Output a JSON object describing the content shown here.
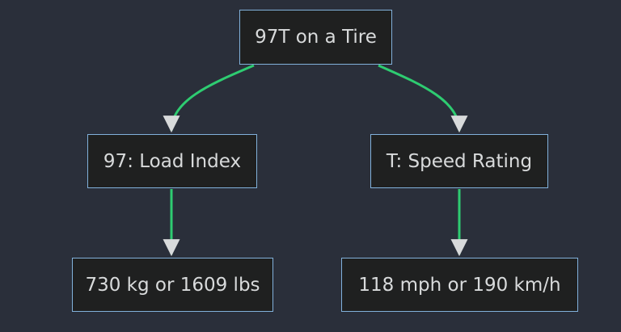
{
  "diagram": {
    "colors": {
      "background": "#2a2f3a",
      "node_fill": "#1f2020",
      "node_border": "#81b1db",
      "node_text": "#d8dadb",
      "edge": "#2ecc71",
      "arrowhead": "#d8dadb"
    },
    "nodes": {
      "root": "97T on a Tire",
      "load_index": "97: Load Index",
      "speed_rating": "T: Speed Rating",
      "weight": "730 kg or 1609 lbs",
      "speed": "118 mph or 190 km/h"
    },
    "edges": [
      {
        "from": "root",
        "to": "load_index"
      },
      {
        "from": "root",
        "to": "speed_rating"
      },
      {
        "from": "load_index",
        "to": "weight"
      },
      {
        "from": "speed_rating",
        "to": "speed"
      }
    ]
  }
}
